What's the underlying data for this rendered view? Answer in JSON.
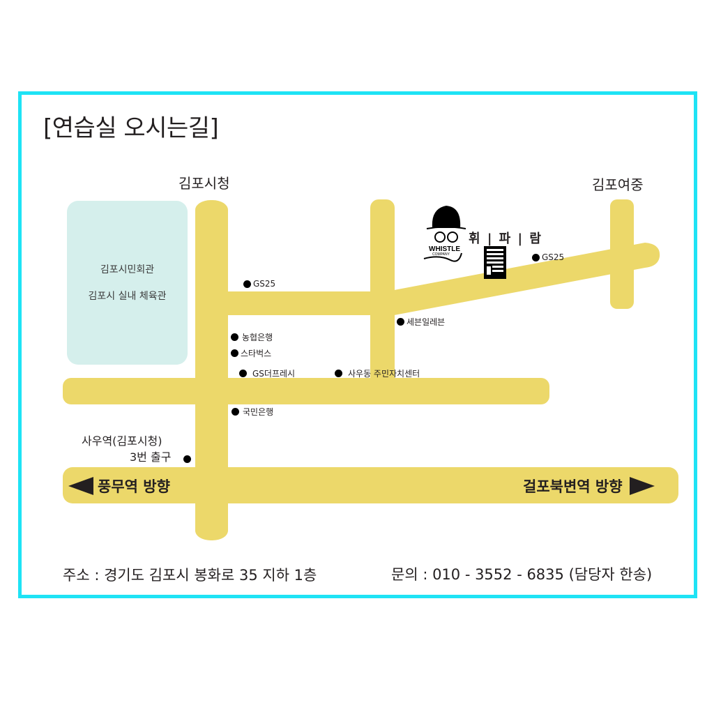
{
  "title": "[연습실 오시는길]",
  "colors": {
    "border": "#1ee3f5",
    "road": "#ecd86a",
    "building": "#d5efec",
    "text": "#231f20"
  },
  "landmarks": {
    "city_hall": "김포시청",
    "girls_middle_school": "김포여중"
  },
  "building": {
    "line1": "김포시민회관",
    "line2": "김포시 실내 체육관"
  },
  "studio": {
    "logo_text": "WHISTLE",
    "logo_subtext": "COMPANY",
    "name": "휘 | 파 | 람",
    "icon": "building-icon"
  },
  "pois": [
    {
      "id": "gs25-left",
      "label": "GS25"
    },
    {
      "id": "gs25-right",
      "label": "GS25"
    },
    {
      "id": "seven-eleven",
      "label": "세븐일레븐"
    },
    {
      "id": "nonghyup",
      "label": "농협은행"
    },
    {
      "id": "starbucks",
      "label": "스타벅스"
    },
    {
      "id": "gs-fresh",
      "label": "GS더프레시"
    },
    {
      "id": "community-center",
      "label": "사우동 주민자치센터"
    },
    {
      "id": "kookmin",
      "label": "국민은행"
    }
  ],
  "station": {
    "line1": "사우역(김포시청)",
    "line2": "3번 출구"
  },
  "directions": {
    "left": "풍무역 방향",
    "right": "걸포북변역 방향"
  },
  "footer": {
    "address": "주소 : 경기도 김포시 봉화로 35 지하 1층",
    "contact": "문의 : 010 - 3552 - 6835  (담당자 한송)"
  }
}
